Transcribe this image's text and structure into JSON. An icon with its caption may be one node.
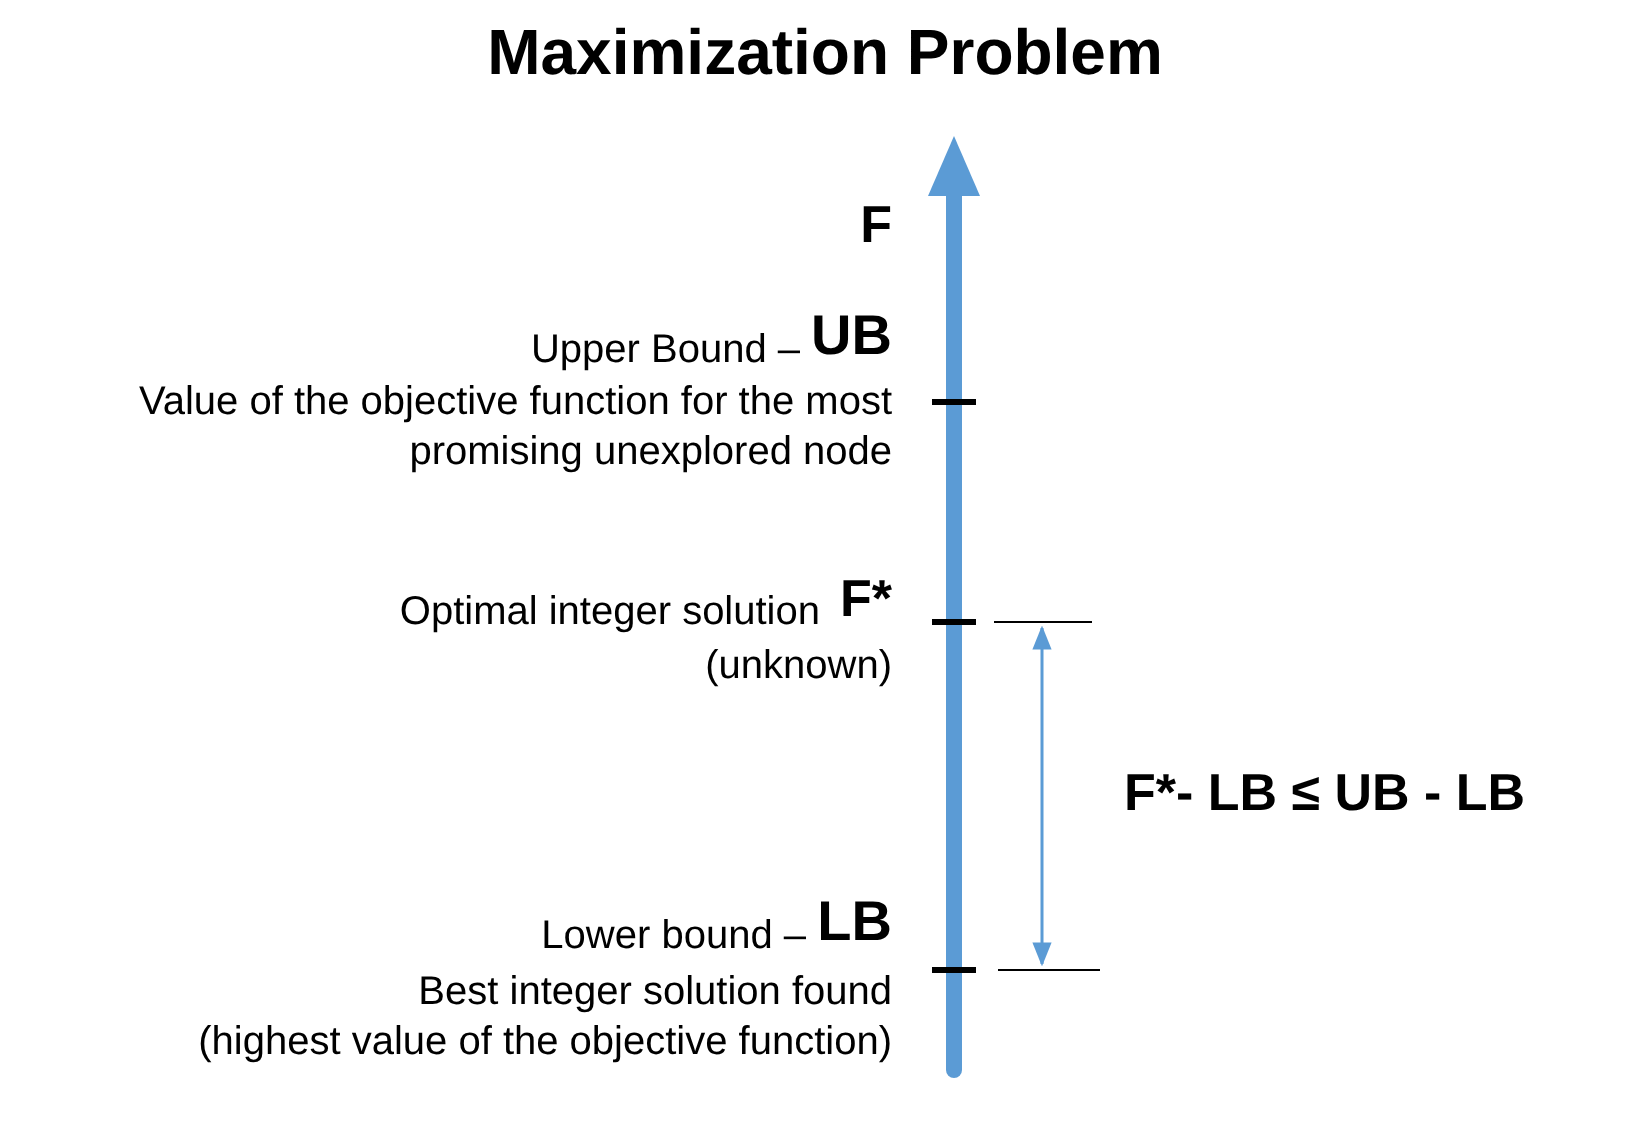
{
  "diagram": {
    "title": "Maximization Problem",
    "labels": [
      "F",
      "Upper Bound –",
      "UB",
      "Value of the objective function for the most promising unexplored node",
      "Optimal integer solution",
      "F*",
      "(unknown)",
      "Lower bound –",
      "LB",
      "Best integer solution found",
      "(highest value of the objective function)",
      "F*- LB ≤ UB - LB"
    ]
  }
}
